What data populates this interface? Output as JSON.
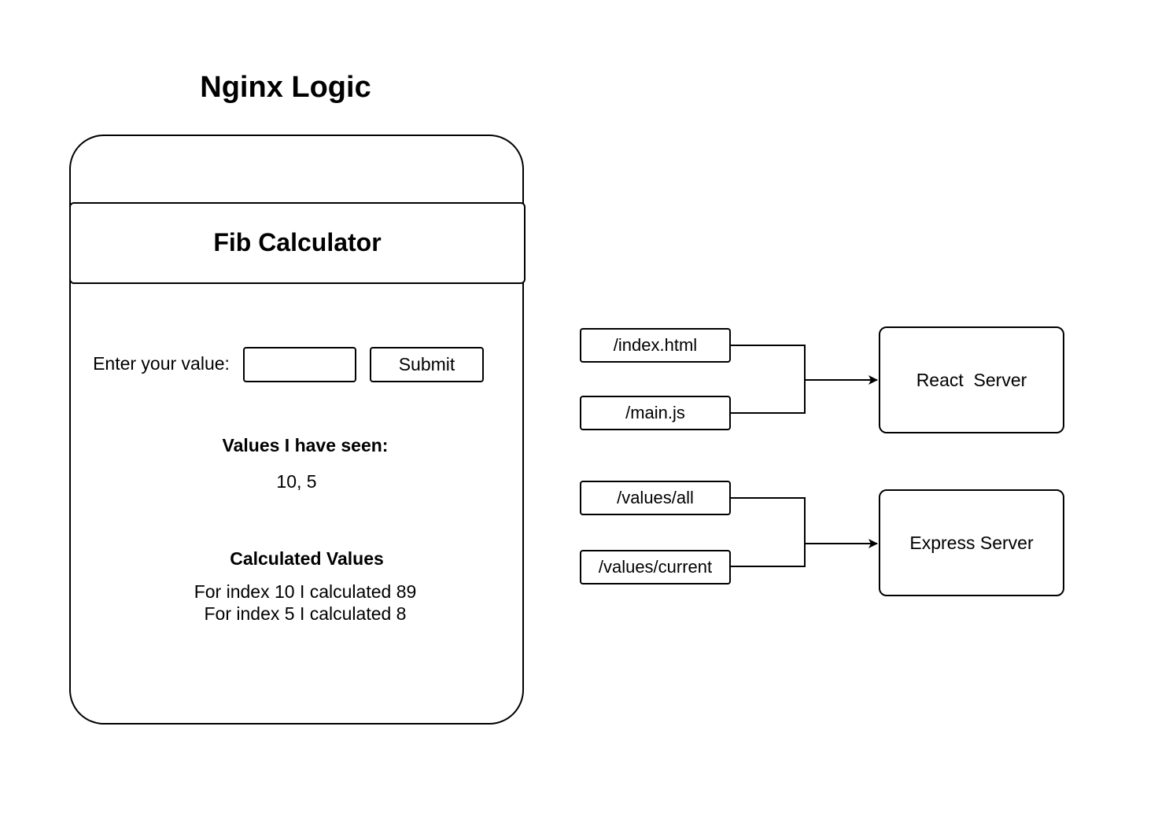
{
  "title": "Nginx Logic",
  "app": {
    "header_title": "Fib Calculator",
    "input_label": "Enter your value:",
    "input_value": "",
    "submit_label": "Submit",
    "seen_heading": "Values I have seen:",
    "seen_values": "10, 5",
    "calculated_heading": "Calculated Values",
    "calculated": [
      "For index 10 I calculated 89",
      "For index 5 I calculated 8"
    ]
  },
  "routes": {
    "index_html": "/index.html",
    "main_js": "/main.js",
    "values_all": "/values/all",
    "values_current": "/values/current"
  },
  "servers": {
    "react": "React  Server",
    "express": "Express Server"
  }
}
